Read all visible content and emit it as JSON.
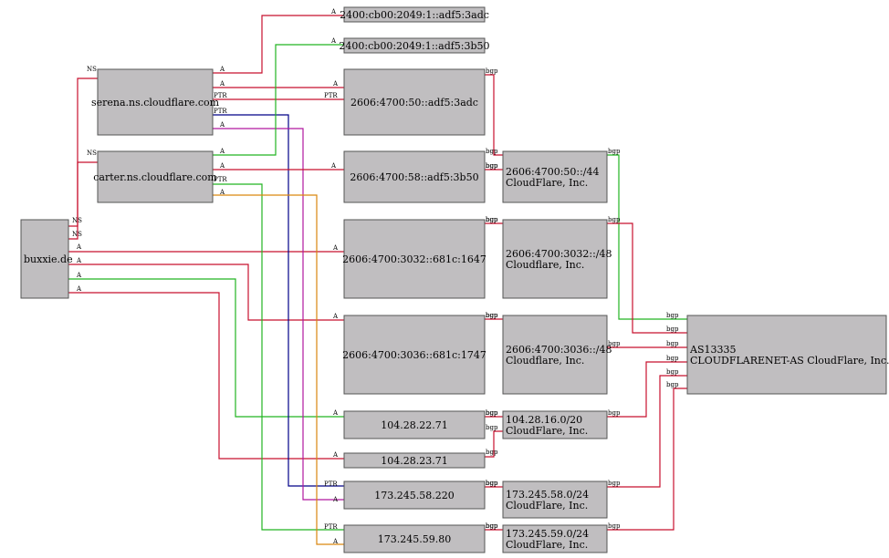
{
  "colors": {
    "red": "#c8102e",
    "green": "#22b422",
    "navy": "#000088",
    "magenta": "#b0179f",
    "orange": "#d9860f",
    "node_fill": "#c0bec0"
  },
  "nodes": {
    "buxxie": [
      "buxxie.de"
    ],
    "serena": [
      "serena.ns.cloudflare.com"
    ],
    "carter": [
      "carter.ns.cloudflare.com"
    ],
    "v6a": [
      "2400:cb00:2049:1::adf5:3adc"
    ],
    "v6b": [
      "2400:cb00:2049:1::adf5:3b50"
    ],
    "v6c": [
      "2606:4700:50::adf5:3adc"
    ],
    "v6d": [
      "2606:4700:58::adf5:3b50"
    ],
    "v6e": [
      "2606:4700:3032::681c:1647"
    ],
    "v6f": [
      "2606:4700:3036::681c:1747"
    ],
    "v4a": [
      "104.28.22.71"
    ],
    "v4b": [
      "104.28.23.71"
    ],
    "v4c": [
      "173.245.58.220"
    ],
    "v4d": [
      "173.245.59.80"
    ],
    "p1": [
      "2606:4700:50::/44",
      "CloudFlare, Inc."
    ],
    "p2": [
      "2606:4700:3032::/48",
      "Cloudflare, Inc."
    ],
    "p3": [
      "2606:4700:3036::/48",
      "Cloudflare, Inc."
    ],
    "p4": [
      "104.28.16.0/20",
      "CloudFlare, Inc."
    ],
    "p5": [
      "173.245.58.0/24",
      "CloudFlare, Inc."
    ],
    "p6": [
      "173.245.59.0/24",
      "CloudFlare, Inc."
    ],
    "asn": [
      "AS13335",
      "CLOUDFLARENET-AS CloudFlare, Inc."
    ]
  },
  "edges": [
    {
      "from": "buxxie",
      "to": "serena",
      "label": "NS",
      "color": "red"
    },
    {
      "from": "buxxie",
      "to": "carter",
      "label": "NS",
      "color": "red"
    },
    {
      "from": "buxxie",
      "to": "v6e",
      "label": "A",
      "color": "red"
    },
    {
      "from": "buxxie",
      "to": "v6f",
      "label": "A",
      "color": "red"
    },
    {
      "from": "buxxie",
      "to": "v4a",
      "label": "A",
      "color": "green"
    },
    {
      "from": "buxxie",
      "to": "v4b",
      "label": "A",
      "color": "red"
    },
    {
      "from": "serena",
      "to": "v6a",
      "label": "A",
      "color": "red"
    },
    {
      "from": "serena",
      "to": "v6c",
      "label": "A",
      "color": "red"
    },
    {
      "from": "serena",
      "to": "v6c",
      "label": "PTR",
      "color": "red"
    },
    {
      "from": "serena",
      "to": "v4c",
      "label": "PTR",
      "color": "navy"
    },
    {
      "from": "serena",
      "to": "v4c",
      "label": "A",
      "color": "magenta"
    },
    {
      "from": "carter",
      "to": "v6b",
      "label": "A",
      "color": "green"
    },
    {
      "from": "carter",
      "to": "v6d",
      "label": "A",
      "color": "red"
    },
    {
      "from": "carter",
      "to": "v4d",
      "label": "PTR",
      "color": "green"
    },
    {
      "from": "carter",
      "to": "v4d",
      "label": "A",
      "color": "orange"
    },
    {
      "from": "v6c",
      "to": "p1",
      "label": "bgp",
      "color": "red"
    },
    {
      "from": "v6d",
      "to": "p1",
      "label": "bgp",
      "color": "red"
    },
    {
      "from": "v6e",
      "to": "p2",
      "label": "bgp",
      "color": "red"
    },
    {
      "from": "v6f",
      "to": "p3",
      "label": "bgp",
      "color": "red"
    },
    {
      "from": "v4a",
      "to": "p4",
      "label": "bgp",
      "color": "red"
    },
    {
      "from": "v4b",
      "to": "p4",
      "label": "bgp",
      "color": "red"
    },
    {
      "from": "v4c",
      "to": "p5",
      "label": "bgp",
      "color": "red"
    },
    {
      "from": "v4d",
      "to": "p6",
      "label": "bgp",
      "color": "red"
    },
    {
      "from": "p1",
      "to": "asn",
      "label": "bgp",
      "color": "green"
    },
    {
      "from": "p2",
      "to": "asn",
      "label": "bgp",
      "color": "red"
    },
    {
      "from": "p3",
      "to": "asn",
      "label": "bgp",
      "color": "red"
    },
    {
      "from": "p4",
      "to": "asn",
      "label": "bgp",
      "color": "red"
    },
    {
      "from": "p5",
      "to": "asn",
      "label": "bgp",
      "color": "red"
    },
    {
      "from": "p6",
      "to": "asn",
      "label": "bgp",
      "color": "red"
    }
  ]
}
